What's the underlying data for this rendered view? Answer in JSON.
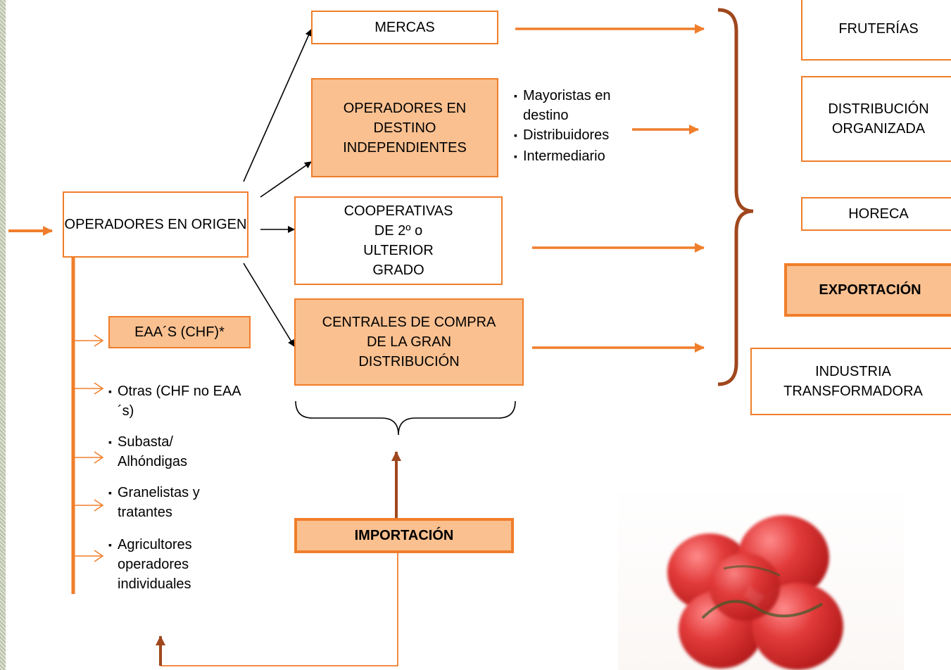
{
  "boxes": {
    "operadores_origen": "OPERADORES EN ORIGEN",
    "mercas": "MERCAS",
    "operadores_destino": "OPERADORES EN DESTINO INDEPENDIENTES",
    "cooperativas": "COOPERATIVAS DE 2º o ULTERIOR GRADO",
    "centrales": "CENTRALES DE COMPRA DE LA GRAN DISTRIBUCIÓN",
    "eaas": "EAA´S (CHF)*",
    "importacion": "IMPORTACIÓN",
    "fruterias": "FRUTERÍAS",
    "distribucion": "DISTRIBUCIÓN ORGANIZADA",
    "horeca": "HORECA",
    "exportacion": "EXPORTACIÓN",
    "industria": "INDUSTRIA TRANSFORMADORA"
  },
  "destino_list": [
    "Mayoristas en destino",
    "Distribuidores",
    "Intermediario"
  ],
  "origen_list": [
    "Otras (CHF no EAA´s)",
    "Subasta/ Alhóndigas",
    "Granelistas y tratantes",
    "Agricultores operadores individuales"
  ],
  "bullet": "▪",
  "illustration": "tomato-cluster-image",
  "colors": {
    "orange": "#f07e2b",
    "fill": "#fac090",
    "brown": "#a0471d"
  }
}
